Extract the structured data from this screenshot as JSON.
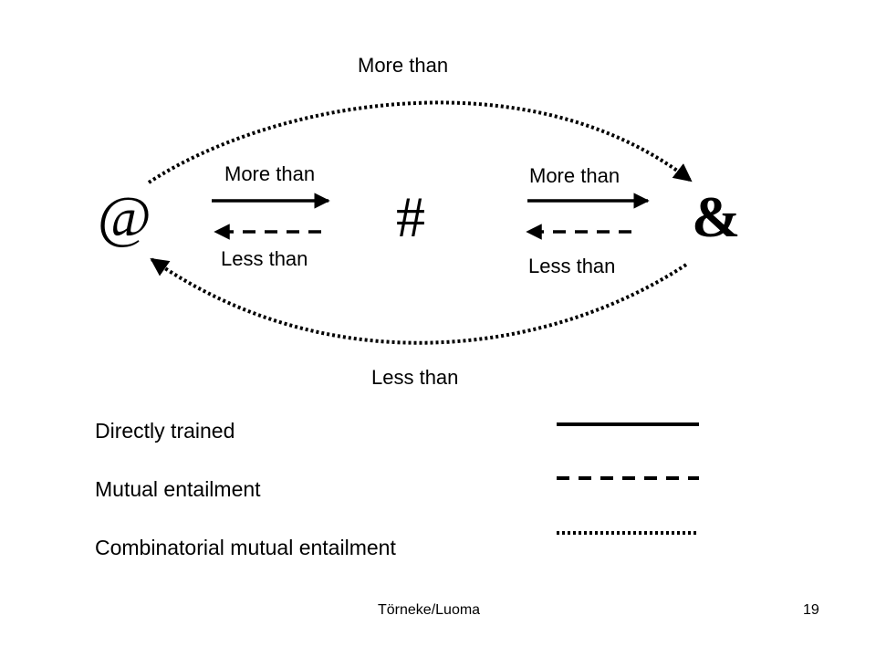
{
  "nodes": {
    "left": "@",
    "middle": "#",
    "right": "&"
  },
  "relations": {
    "top_arc_label": "More than",
    "bottom_arc_label": "Less than",
    "left_pair_top": "More than",
    "left_pair_bottom": "Less than",
    "right_pair_top": "More than",
    "right_pair_bottom": "Less than"
  },
  "legend": {
    "directly_trained": "Directly trained",
    "mutual_entailment": "Mutual entailment",
    "combinatorial": "Combinatorial mutual entailment"
  },
  "footer": {
    "author": "Törneke/Luoma",
    "page_number": "19"
  }
}
